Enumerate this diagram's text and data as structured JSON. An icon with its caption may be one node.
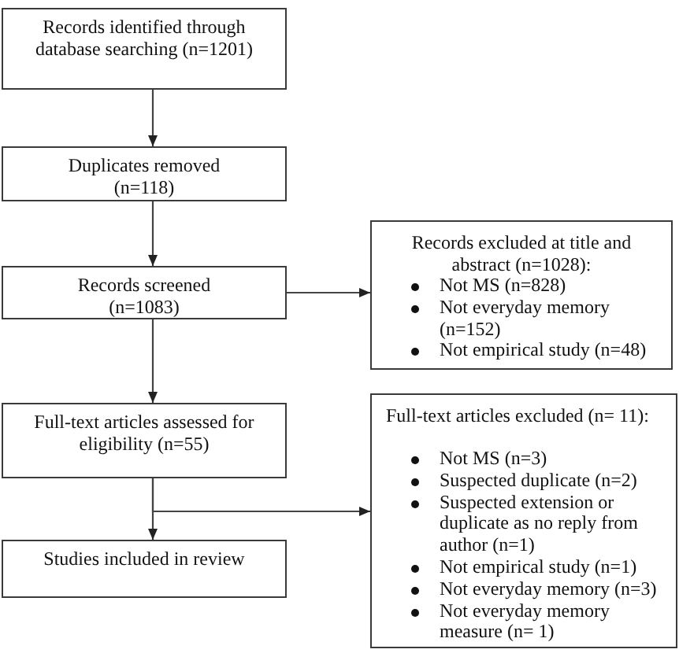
{
  "diagram": {
    "nodes": [
      {
        "text": [
          "Records identified through database searching (n=1201)"
        ]
      },
      {
        "text": [
          "Duplicates removed (n=118)"
        ]
      },
      {
        "text": [
          "Records screened (n=1083)"
        ]
      },
      {
        "text": [
          "Records excluded at title and abstract (n=1028):",
          "Not MS (n=828)",
          "Not everyday memory (n=152)",
          "Not empirical study (n=48)"
        ]
      },
      {
        "text": [
          "Full-text articles assessed for eligibility (n=55)"
        ]
      },
      {
        "text": [
          "Full-text articles excluded (n= 11):",
          "Not MS (n=3)",
          "Suspected duplicate (n=2)",
          "Suspected extension or duplicate as no reply from author (n=1)",
          "Not empirical study (n=1)",
          "Not everyday memory (n=3)",
          "Not everyday memory measure (n= 1)"
        ]
      },
      {
        "text": [
          "Studies included in review"
        ]
      }
    ],
    "edges": [
      {
        "from": 0,
        "to": 1,
        "arrow": "to"
      },
      {
        "from": 1,
        "to": 2,
        "arrow": "to"
      },
      {
        "from": 2,
        "to": 3,
        "arrow": "to"
      },
      {
        "from": 2,
        "to": 4,
        "arrow": "to"
      },
      {
        "from": 4,
        "to": 6,
        "arrow": "to"
      },
      {
        "from": 4,
        "to": 5,
        "arrow": "to"
      }
    ]
  }
}
